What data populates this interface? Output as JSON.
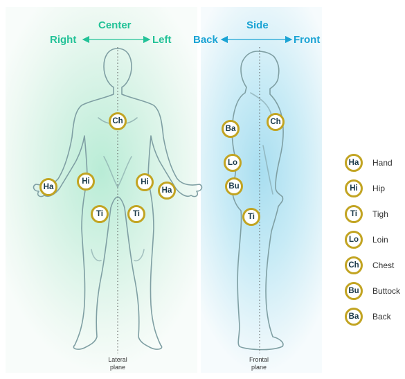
{
  "front_view": {
    "center_label": "Center",
    "right_label": "Right",
    "left_label": "Left",
    "plane_label_line1": "Lateral",
    "plane_label_line2": "plane"
  },
  "side_view": {
    "side_label": "Side",
    "back_label": "Back",
    "front_label": "Front",
    "plane_label_line1": "Frontal",
    "plane_label_line2": "plane"
  },
  "markers": {
    "chest": "Ch",
    "hand": "Ha",
    "hip": "Hi",
    "thigh": "Ti",
    "back": "Ba",
    "loin": "Lo",
    "buttock": "Bu"
  },
  "legend": [
    {
      "abbr": "Ha",
      "label": "Hand"
    },
    {
      "abbr": "Hi",
      "label": "Hip"
    },
    {
      "abbr": "Ti",
      "label": "Tigh"
    },
    {
      "abbr": "Lo",
      "label": "Loin"
    },
    {
      "abbr": "Ch",
      "label": "Chest"
    },
    {
      "abbr": "Bu",
      "label": "Buttock"
    },
    {
      "abbr": "Ba",
      "label": "Back"
    }
  ],
  "colors": {
    "front_accent": "#22c297",
    "side_accent": "#1aa3d4",
    "badge_ring": "#c2a422",
    "body_outline": "#7f9fa3"
  }
}
